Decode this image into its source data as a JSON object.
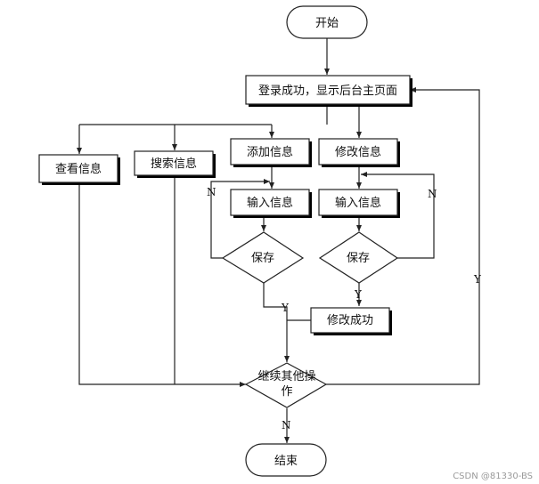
{
  "nodes": {
    "start": "开始",
    "login": "登录成功，显示后台主页面",
    "view": "查看信息",
    "search": "搜索信息",
    "add": "添加信息",
    "modify": "修改信息",
    "input_left": "输入信息",
    "input_right": "输入信息",
    "save_left": "保存",
    "save_right": "保存",
    "modify_ok": "修改成功",
    "continue_line1": "继续其他操",
    "continue_line2": "作",
    "end": "结束"
  },
  "edge_labels": {
    "save_left_no": "N",
    "save_left_yes": "Y",
    "save_right_no": "N",
    "save_right_yes": "Y",
    "continue_yes": "Y",
    "continue_no": "N"
  },
  "watermark": "CSDN @81330-BS"
}
